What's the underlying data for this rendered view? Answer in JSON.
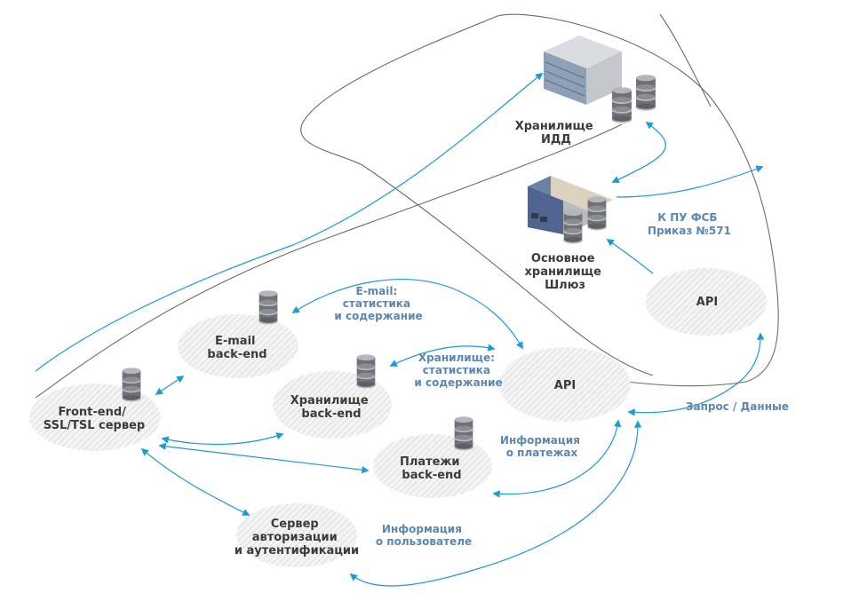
{
  "colors": {
    "arrow": "#1b9bd7",
    "label": "#5b87b0",
    "text": "#3b3b3b",
    "boundary": "#6b6b6b"
  },
  "nodes": {
    "idd_storage": [
      "Хранилище",
      "ИДД"
    ],
    "main_storage": [
      "Основное",
      "хранилище",
      "Шлюз"
    ],
    "api_top": [
      "API"
    ],
    "email_backend": [
      "E-mail",
      "back-end"
    ],
    "storage_backend": [
      "Хранилище",
      "back-end"
    ],
    "api_main": [
      "API"
    ],
    "frontend": [
      "Front-end/",
      "SSL/TSL сервер"
    ],
    "payments_backend": [
      "Платежи",
      "back-end"
    ],
    "auth_server": [
      "Сервер",
      "авторизации",
      "и аутентификации"
    ]
  },
  "flows": {
    "fsb": [
      "К ПУ ФСБ",
      "Приказ №571"
    ],
    "email_stats": [
      "E-mail:",
      "статистика",
      "и содержание"
    ],
    "storage_stats": [
      "Хранилище:",
      "статистика",
      "и содержание"
    ],
    "request_data": [
      "Запрос / Данные"
    ],
    "payments_info": [
      "Информация",
      "о платежах"
    ],
    "user_info": [
      "Информация",
      "о пользователе"
    ]
  }
}
